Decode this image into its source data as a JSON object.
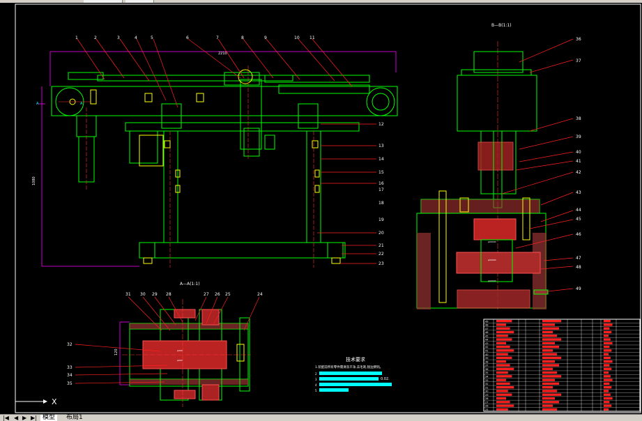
{
  "tabs": {
    "model": "模型",
    "layout": "布局1",
    "nav": [
      "|◀",
      "◀",
      "▶",
      "▶|"
    ]
  },
  "drawing": {
    "section_b_title": "B—B(1:1)",
    "section_a_title": "A—A(1:1)",
    "overall_width_dim": "2210",
    "overall_height_dim": "1080",
    "a_section_dim": "120",
    "tech_title": "技术要求",
    "tech_line1": "1.装配前所有零件需清洗干净,去毛刺,锐边倒钝。",
    "tech_value": "0.02.",
    "callouts_left": [
      "1",
      "2",
      "3",
      "4",
      "5",
      "6",
      "7",
      "8",
      "9",
      "10",
      "11",
      "12",
      "13",
      "14",
      "15",
      "16",
      "17",
      "18",
      "19",
      "20",
      "21",
      "22",
      "23"
    ],
    "callouts_right": [
      "36",
      "37",
      "38",
      "39",
      "40",
      "41",
      "42",
      "43",
      "44",
      "45",
      "46",
      "47",
      "48",
      "49"
    ],
    "callouts_a_top": [
      "31",
      "30",
      "29",
      "28",
      "27",
      "26",
      "25",
      "24"
    ],
    "callouts_a_left": [
      "32",
      "33",
      "34",
      "35"
    ],
    "ucs_label": "X"
  },
  "title_block_rows": [
    "49",
    "48",
    "47",
    "46",
    "45",
    "44",
    "43",
    "42",
    "41",
    "40",
    "39",
    "38",
    "37",
    "36",
    "35",
    "34",
    "33",
    "32",
    "31",
    "30",
    "29",
    "28",
    "27",
    "26",
    "25"
  ],
  "colors": {
    "outline": "#00ff00",
    "leader": "#ff2020",
    "dimension": "#ff00ff",
    "text": "#ffffff",
    "center": "#ff3030",
    "yellow": "#ffff00",
    "cyan": "#00ffff",
    "hatch": "#cc2222"
  }
}
